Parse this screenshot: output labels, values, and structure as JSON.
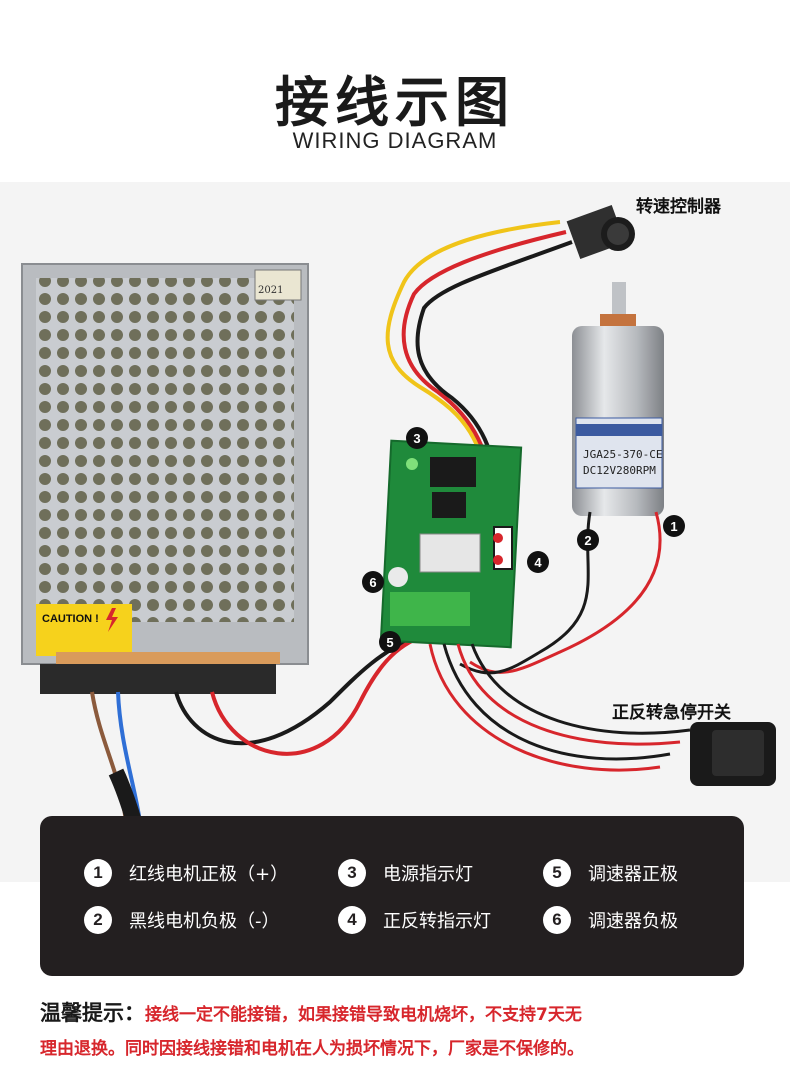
{
  "header": {
    "title": "接线示图",
    "subtitle": "WIRING DIAGRAM"
  },
  "photo": {
    "labels": {
      "speed_controller": "转速控制器",
      "switch": "正反转急停开关"
    },
    "psu_stamp": {
      "year": "2021"
    },
    "psu_caution": "CAUTION !",
    "motor_label_top": "JGA25-370-CE",
    "motor_label_bottom": "DC12V280RPM",
    "markers": [
      "1",
      "2",
      "3",
      "4",
      "5",
      "6"
    ]
  },
  "legend": {
    "items": [
      {
        "num": "1",
        "text": "红线电机正极（+）"
      },
      {
        "num": "3",
        "text": "电源指示灯"
      },
      {
        "num": "5",
        "text": "调速器正极"
      },
      {
        "num": "2",
        "text": "黑线电机负极（-）"
      },
      {
        "num": "4",
        "text": "正反转指示灯"
      },
      {
        "num": "6",
        "text": "调速器负极"
      }
    ]
  },
  "notice": {
    "label": "温馨提示：",
    "line1": "接线一定不能接错，如果接错导致电机烧坏，不支持7天无",
    "line2": "理由退换。同时因接线接错和电机在人为损坏情况下，厂家是不保修的。"
  },
  "colors": {
    "panel_bg": "#231f20",
    "warning_red": "#d7262c",
    "board_green": "#1f8a3b"
  }
}
